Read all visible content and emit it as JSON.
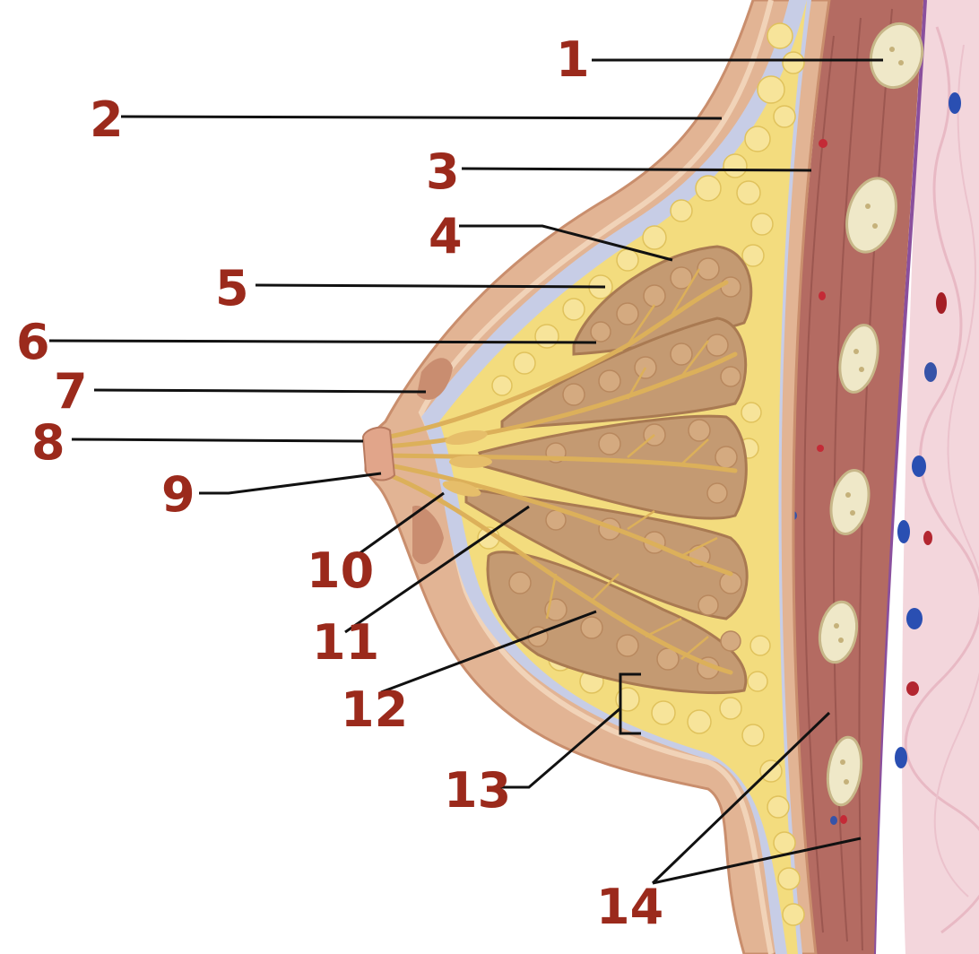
{
  "labels": [
    {
      "id": "1",
      "text": "1"
    },
    {
      "id": "2",
      "text": "2"
    },
    {
      "id": "3",
      "text": "3"
    },
    {
      "id": "4",
      "text": "4"
    },
    {
      "id": "5",
      "text": "5"
    },
    {
      "id": "6",
      "text": "6"
    },
    {
      "id": "7",
      "text": "7"
    },
    {
      "id": "8",
      "text": "8"
    },
    {
      "id": "9",
      "text": "9"
    },
    {
      "id": "10",
      "text": "10"
    },
    {
      "id": "11",
      "text": "11"
    },
    {
      "id": "12",
      "text": "12"
    },
    {
      "id": "13",
      "text": "13"
    },
    {
      "id": "14",
      "text": "14"
    }
  ],
  "colors": {
    "label": "#9b2a1c",
    "skin": "#e2b494",
    "skin_outer": "#d19a7a",
    "fat": "#f3dc7e",
    "connective": "#c7cde6",
    "lobule": "#c49a72",
    "duct": "#dcb05a",
    "muscle": "#b46b62",
    "rib": "#ece5c4",
    "chest_wall": "#f1d3da"
  }
}
